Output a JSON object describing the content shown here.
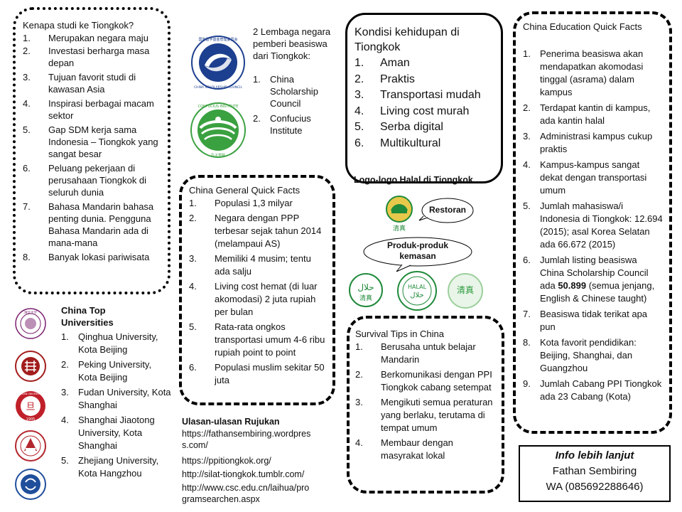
{
  "why": {
    "title": "Kenapa studi ke Tiongkok?",
    "items": [
      {
        "num": "1.",
        "text": "Merupakan negara maju"
      },
      {
        "num": "2.",
        "text": "Investasi berharga masa depan"
      },
      {
        "num": "3.",
        "text": "Tujuan favorit studi di kawasan Asia"
      },
      {
        "num": "4.",
        "text": "Inspirasi berbagai macam sektor"
      },
      {
        "num": "5.",
        "text": "Gap SDM kerja sama Indonesia – Tiongkok yang sangat besar"
      },
      {
        "num": "6.",
        "text": "Peluang pekerjaan di perusahaan Tiongkok di seluruh dunia"
      },
      {
        "num": "7.",
        "text": "Bahasa Mandarin bahasa penting dunia. Pengguna Bahasa Mandarin ada di mana-mana"
      },
      {
        "num": "8.",
        "text": "Banyak lokasi pariwisata"
      }
    ]
  },
  "scholarship": {
    "intro": "2 Lembaga negara pemberi beasiswa dari Tiongkok:",
    "items": [
      {
        "num": "1.",
        "text": "China Scholarship Council"
      },
      {
        "num": "2.",
        "text": "Confucius Institute"
      }
    ],
    "csc_logo_text": "CHINA SCHOLARSHIP COUNCIL",
    "ci_logo_text": "CONFUCIUS INSTITUTE"
  },
  "living": {
    "title": "Kondisi kehidupan di Tiongkok",
    "items": [
      {
        "num": "1.",
        "text": "Aman"
      },
      {
        "num": "2.",
        "text": "Praktis"
      },
      {
        "num": "3.",
        "text": "Transportasi mudah"
      },
      {
        "num": "4.",
        "text": "Living cost murah"
      },
      {
        "num": "5.",
        "text": "Serba digital"
      },
      {
        "num": "6.",
        "text": "Multikultural"
      }
    ]
  },
  "general": {
    "title": "China General Quick Facts",
    "items": [
      {
        "num": "1.",
        "text": "Populasi 1,3 milyar"
      },
      {
        "num": "2.",
        "text": "Negara dengan PPP terbesar sejak tahun 2014 (melampaui AS)"
      },
      {
        "num": "3.",
        "text": "Memiliki 4 musim; tentu ada salju"
      },
      {
        "num": "4.",
        "text": "Living cost hemat (di luar akomodasi) 2 juta rupiah per bulan"
      },
      {
        "num": "5.",
        "text": "Rata-rata ongkos transportasi umum 4-6 ribu rupiah point to point"
      },
      {
        "num": "6.",
        "text": "Populasi muslim sekitar 50 juta"
      }
    ]
  },
  "halal": {
    "title": "Logo-logo Halal di Tiongkok",
    "restoran": "Restoran",
    "produk": "Produk-produk kemasan",
    "logo_text_1": "清真",
    "logo_text_2": "清真",
    "logo_text_3": "清真",
    "logo_text_4": "HALAL"
  },
  "universities": {
    "title": "China Top Universities",
    "items": [
      {
        "num": "1.",
        "text": "Qinghua University, Kota Beijing"
      },
      {
        "num": "2.",
        "text": "Peking University, Kota Beijing"
      },
      {
        "num": "3.",
        "text": "Fudan University, Kota Shanghai"
      },
      {
        "num": "4.",
        "text": "Shanghai Jiaotong University, Kota Shanghai"
      },
      {
        "num": "5.",
        "text": "Zhejiang University, Kota Hangzhou"
      }
    ],
    "fudan_logo_text": "FUDAN UNIVERSITY",
    "fudan_year": "1905"
  },
  "refs": {
    "title": "Ulasan-ulasan Rujukan",
    "lines": [
      "https://fathansembiring.wordpres",
      "s.com/",
      "https://ppitiongkok.org/",
      "http://silat-tiongkok.tumblr.com/",
      "http://www.csc.edu.cn/laihua/pro",
      "gramsearchen.aspx"
    ]
  },
  "survival": {
    "title": "Survival Tips in China",
    "items": [
      {
        "num": "1.",
        "text": "Berusaha untuk belajar Mandarin"
      },
      {
        "num": "2.",
        "text": "Berkomunikasi dengan PPI Tiongkok cabang setempat"
      },
      {
        "num": "3.",
        "text": "Mengikuti semua peraturan yang berlaku, terutama di tempat umum"
      },
      {
        "num": "4.",
        "text": "Membaur dengan masyrakat lokal"
      }
    ]
  },
  "education": {
    "title": "China Education Quick Facts",
    "items": [
      {
        "num": "1.",
        "text": "Penerima beasiswa akan mendapatkan akomodasi tinggal (asrama) dalam kampus"
      },
      {
        "num": "2.",
        "text": "Terdapat kantin di kampus, ada kantin halal"
      },
      {
        "num": "3.",
        "text": "Administrasi kampus cukup praktis"
      },
      {
        "num": "4.",
        "text": "Kampus-kampus sangat dekat dengan transportasi umum"
      },
      {
        "num": "5.",
        "text": "Jumlah mahasiswa/i Indonesia di Tiongkok: 12.694 (2015); asal Korea Selatan ada 66.672 (2015)"
      },
      {
        "num": "6.",
        "pre": "Jumlah listing beasiswa China Scholarship Council ada ",
        "bold": "50.899",
        "post": " (semua jenjang, English & Chinese taught)"
      },
      {
        "num": "7.",
        "text": "Beasiswa tidak terikat apa pun"
      },
      {
        "num": "8.",
        "text": "Kota favorit pendidikan: Beijing, Shanghai, dan Guangzhou"
      },
      {
        "num": "9.",
        "text": "Jumlah Cabang PPI Tiongkok ada 23 Cabang (Kota)"
      }
    ]
  },
  "contact": {
    "title": "Info lebih lanjut",
    "name": "Fathan Sembiring",
    "wa": "WA (085692288646)"
  },
  "colors": {
    "csc_blue": "#1d3f8f",
    "ci_green": "#3aa140",
    "halal_green": "#1f8a3a",
    "uni_purple": "#7a1f6e",
    "peking_red": "#a31d1d",
    "fudan_red": "#c0202a",
    "sjtu_red": "#b3262d",
    "zju_blue": "#1f4e9b"
  }
}
